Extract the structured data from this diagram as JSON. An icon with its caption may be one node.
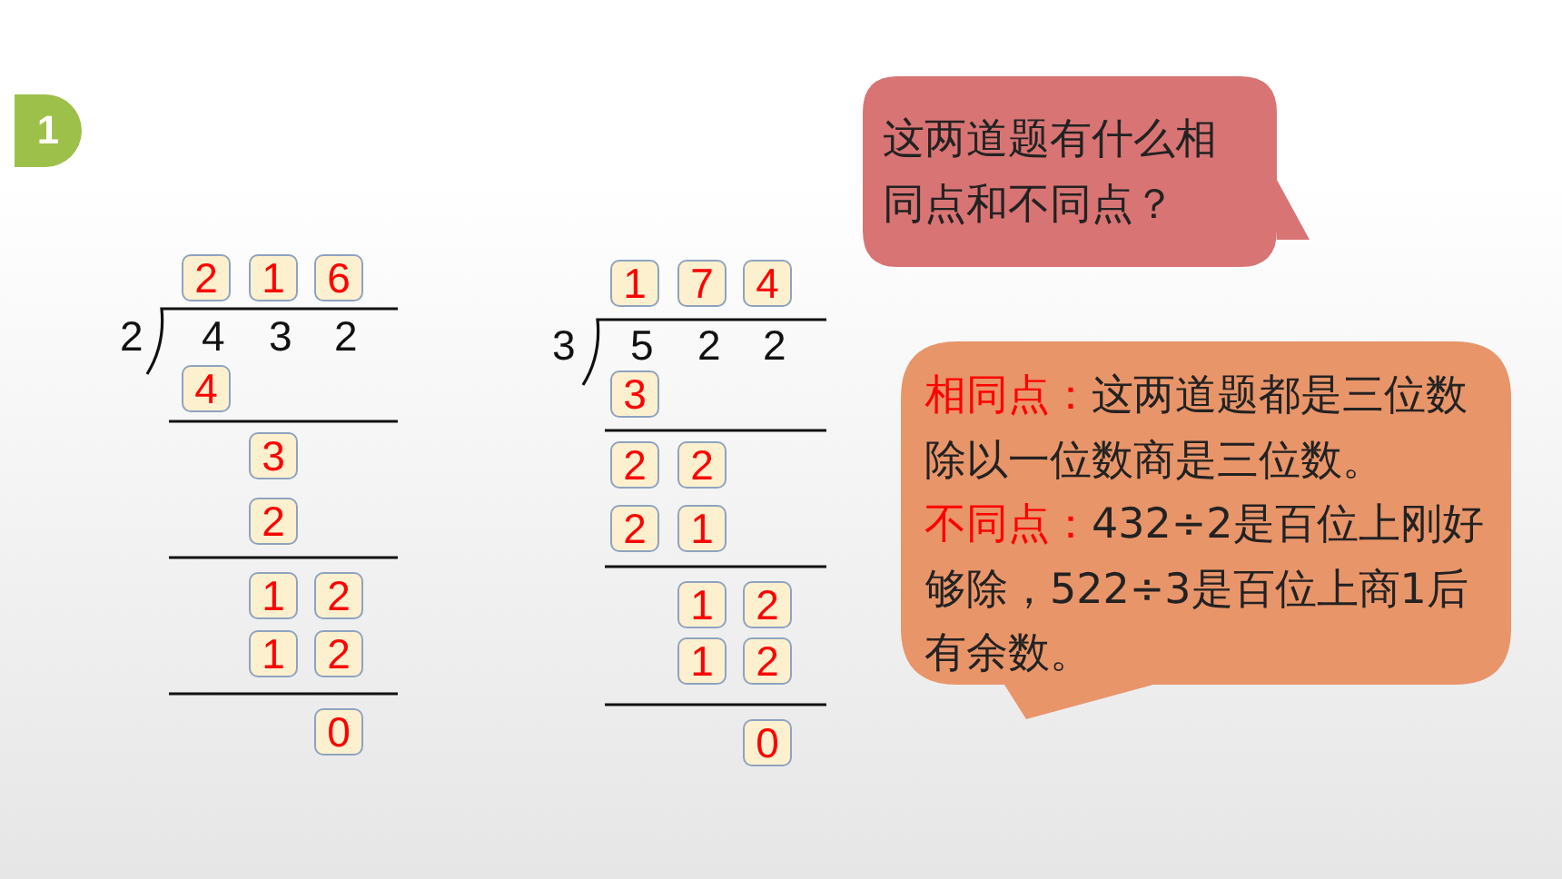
{
  "diagram": {
    "nodes": [
      {
        "text": [
          "1"
        ]
      },
      {
        "text": [
          "2"
        ]
      },
      {
        "text": [
          "1"
        ]
      },
      {
        "text": [
          "6"
        ]
      },
      {
        "text": [
          "4"
        ]
      },
      {
        "text": [
          "3"
        ]
      },
      {
        "text": [
          "2"
        ]
      },
      {
        "text": [
          "1"
        ]
      },
      {
        "text": [
          "2"
        ]
      },
      {
        "text": [
          "1"
        ]
      },
      {
        "text": [
          "2"
        ]
      },
      {
        "text": [
          "0"
        ]
      },
      {
        "text": [
          "1"
        ]
      },
      {
        "text": [
          "7"
        ]
      },
      {
        "text": [
          "4"
        ]
      },
      {
        "text": [
          "3"
        ]
      },
      {
        "text": [
          "2"
        ]
      },
      {
        "text": [
          "2"
        ]
      },
      {
        "text": [
          "2"
        ]
      },
      {
        "text": [
          "1"
        ]
      },
      {
        "text": [
          "1"
        ]
      },
      {
        "text": [
          "2"
        ]
      },
      {
        "text": [
          "1"
        ]
      },
      {
        "text": [
          "2"
        ]
      },
      {
        "text": [
          "0"
        ]
      },
      {
        "text": [
          "这两道题有什么相同点和不同点？"
        ]
      },
      {
        "text": [
          "相同点：",
          "这两道题都是三位数除以一位数商是三位数。",
          "不同点：",
          "432÷2是百位上刚好够除，522÷3是百位上商1后有余数。"
        ]
      }
    ],
    "labels": [
      "2",
      "4",
      "3",
      "2",
      "3",
      "5",
      "2",
      "2"
    ]
  }
}
